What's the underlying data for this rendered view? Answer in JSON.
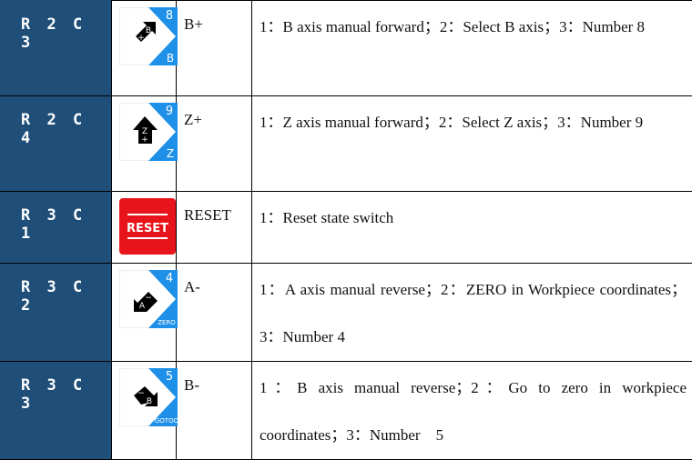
{
  "rows": [
    {
      "code": "R 2 C 3",
      "icon": "b-plus-key-icon",
      "key_number": "8",
      "key_sub": "B",
      "arrow_letter": "B",
      "name": "B+",
      "desc": "1：B axis manual forward；2：Select B axis；3：Number 8"
    },
    {
      "code": "R 2 C 4",
      "icon": "z-plus-key-icon",
      "key_number": "9",
      "key_sub": "Z",
      "arrow_letter": "Z",
      "name": "Z+",
      "desc": "1：Z axis manual forward；2：Select Z axis；3：Number 9"
    },
    {
      "code": "R 3 C 1",
      "icon": "reset-key-icon",
      "key_label": "RESET",
      "name": "RESET",
      "desc": "1：Reset state switch"
    },
    {
      "code": "R 3 C 2",
      "icon": "a-minus-key-icon",
      "key_number": "4",
      "key_sub": "ZERO",
      "arrow_letter": "A",
      "name": "A-",
      "desc": "1：A axis manual reverse；2：ZERO in Workpiece coordinates；3：Number 4"
    },
    {
      "code": "R 3 C 3",
      "icon": "b-minus-key-icon",
      "key_number": "5",
      "key_sub": "GOTOO",
      "arrow_letter": "B",
      "name": "B-",
      "desc": "1：B axis manual reverse；2：Go to zero in workpiece coordinates；3：Number　5"
    }
  ],
  "colors": {
    "header": "#1f4e79",
    "key_blue": "#1e90e8",
    "reset_red": "#e8141b"
  }
}
